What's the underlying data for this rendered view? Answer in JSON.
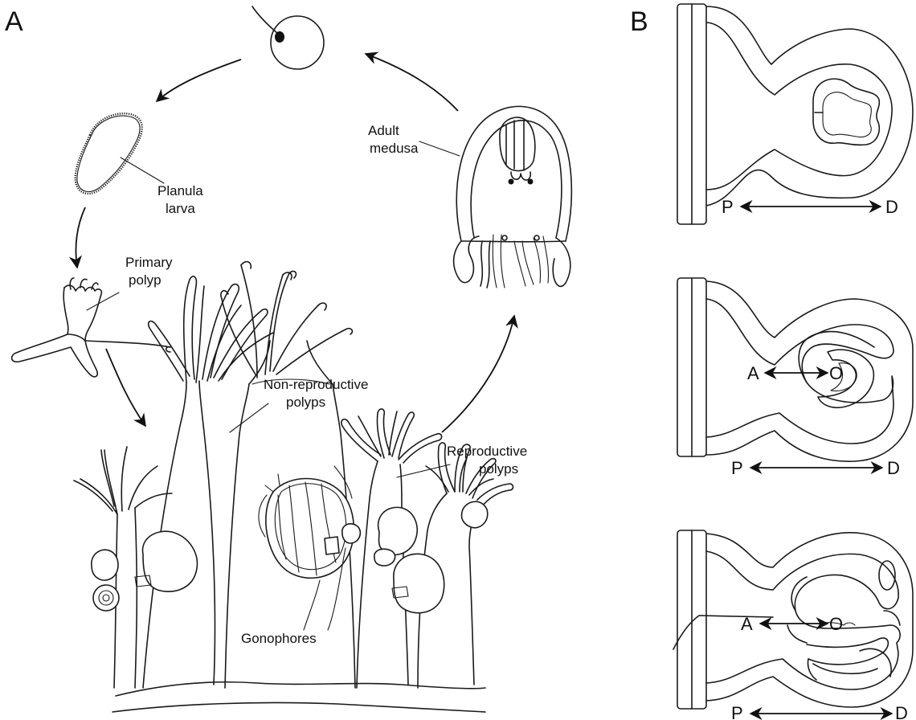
{
  "panels": {
    "a": "A",
    "b": "B"
  },
  "labels": {
    "planula_1": "Planula",
    "planula_2": "larva",
    "primary_1": "Primary",
    "primary_2": "polyp",
    "adult_1": "Adult",
    "adult_2": "medusa",
    "nonrep_1": "Non-reproductive",
    "nonrep_2": "polyps",
    "rep_1": "Reproductive",
    "rep_2": "polyps",
    "gonophores": "Gonophores"
  },
  "axes": {
    "top": {
      "left": "P",
      "right": "D"
    },
    "middle": {
      "left": "P",
      "right": "D",
      "inner_left": "A",
      "inner_right": "O"
    },
    "bottom": {
      "left": "P",
      "right": "D",
      "inner_left": "A",
      "inner_right": "O"
    }
  }
}
